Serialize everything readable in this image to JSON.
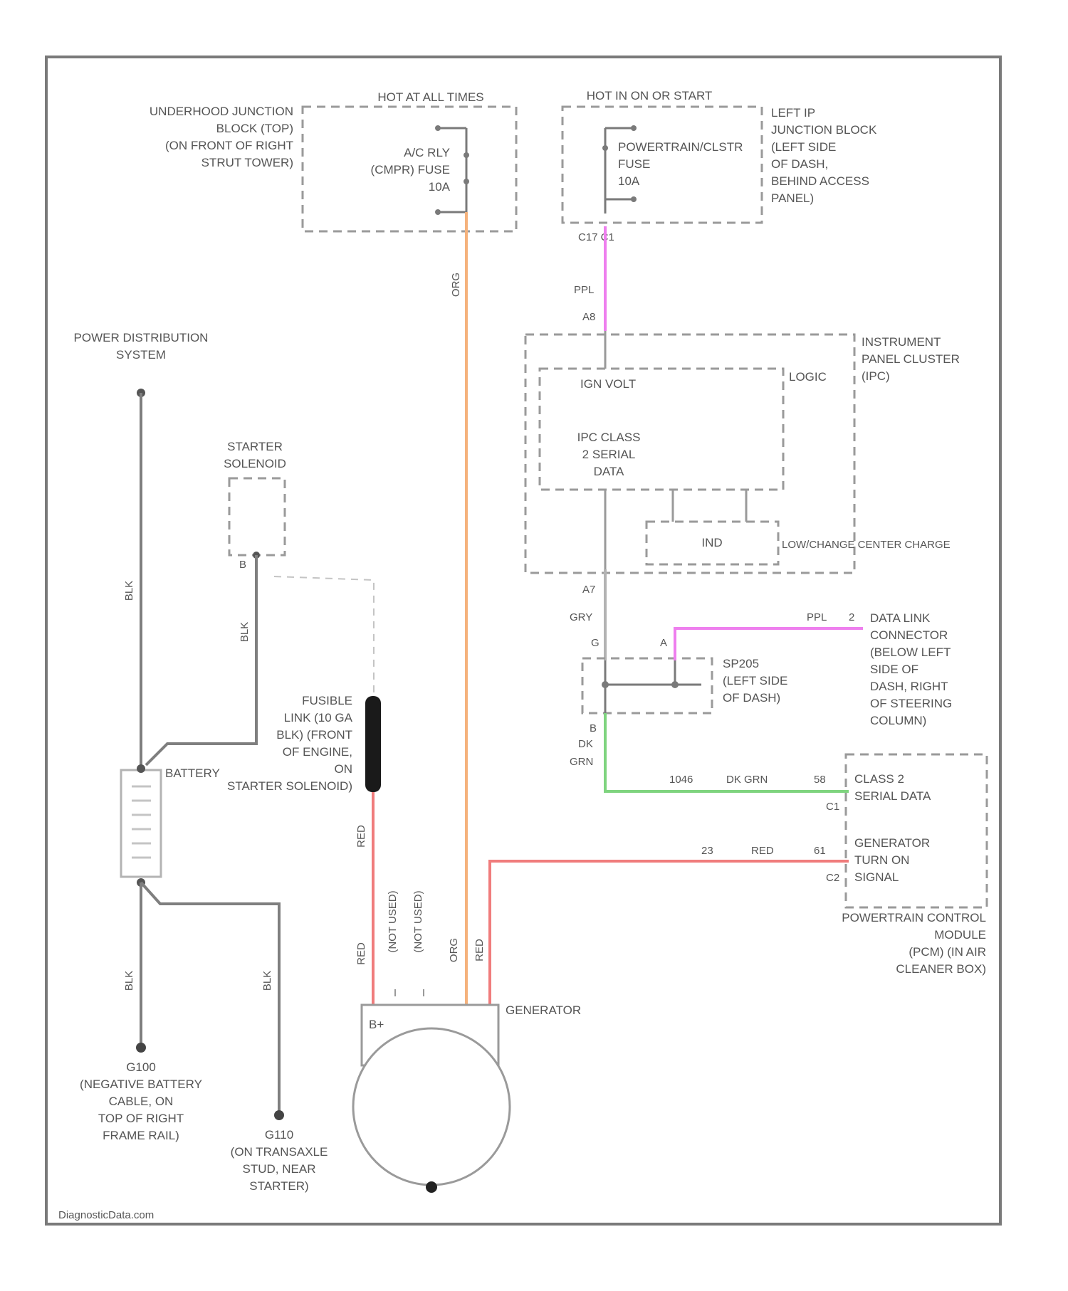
{
  "colors": {
    "blk": "#7f7f7f",
    "org": "#f5b27c",
    "ppl": "#ee7fee",
    "gry": "#b3b3b3",
    "dk_grn": "#7fd47f",
    "red": "#f07c7c"
  },
  "underhood_junction_block": {
    "label_lines": [
      "UNDERHOOD JUNCTION",
      "BLOCK (TOP)",
      "(ON FRONT OF RIGHT",
      "STRUT TOWER)"
    ],
    "header": "HOT AT ALL TIMES",
    "fuse_lines": [
      "A/C RLY",
      "(CMPR) FUSE",
      "10A"
    ]
  },
  "left_ip_junction_block": {
    "header": "HOT IN ON OR START",
    "fuse_lines": [
      "POWERTRAIN/CLSTR",
      "FUSE",
      "10A"
    ],
    "label_lines": [
      "LEFT IP",
      "JUNCTION BLOCK",
      "(LEFT SIDE",
      "OF DASH,",
      "BEHIND ACCESS",
      "PANEL)"
    ],
    "connector_pin": "C17  C1"
  },
  "wire_ppl_top": {
    "color_label": "PPL",
    "pin": "A8"
  },
  "instrument_panel_cluster": {
    "label_lines": [
      "INSTRUMENT",
      "PANEL CLUSTER",
      "(IPC)"
    ],
    "inner_top": "IGN VOLT",
    "inner_corner": "LOGIC",
    "inner_lines": [
      "IPC CLASS",
      "2 SERIAL",
      "DATA"
    ],
    "indicator": "IND",
    "indicator_label": "LOW/CHANGE CENTER CHARGE"
  },
  "ipc_out": {
    "pin": "A7",
    "color_label": "GRY"
  },
  "splice": {
    "pin_g": "G",
    "pin_a": "A",
    "pin_b": "B",
    "label_lines": [
      "SP205",
      "(LEFT SIDE",
      "OF DASH)"
    ]
  },
  "dlc": {
    "wire": "PPL",
    "pin": "2",
    "label_lines": [
      "DATA LINK",
      "CONNECTOR",
      "(BELOW LEFT",
      "SIDE OF",
      "DASH, RIGHT",
      "OF STEERING",
      "COLUMN)"
    ]
  },
  "green_wire": {
    "left_label_lines": [
      "DK",
      "GRN"
    ],
    "circuit": "1046",
    "color_label": "DK GRN",
    "pin": "58"
  },
  "pcm": {
    "label_lines": [
      "POWERTRAIN CONTROL",
      "MODULE",
      "(PCM) (IN AIR",
      "CLEANER BOX)"
    ],
    "class2_lines": [
      "CLASS 2",
      "SERIAL DATA"
    ],
    "class2_conn": "C1",
    "gen_lines": [
      "GENERATOR",
      "TURN ON",
      "SIGNAL"
    ],
    "gen_conn": "C2"
  },
  "gen_signal_wire": {
    "circuit": "23",
    "color_label": "RED",
    "pin": "61"
  },
  "power_distribution": {
    "label_lines": [
      "POWER DISTRIBUTION",
      "SYSTEM"
    ]
  },
  "starter_solenoid": {
    "label_lines": [
      "STARTER",
      "SOLENOID"
    ],
    "pin": "B"
  },
  "fusible_link": {
    "label_lines": [
      "FUSIBLE",
      "LINK (10 GA",
      "BLK) (FRONT",
      "OF ENGINE,",
      "ON",
      "STARTER SOLENOID)"
    ]
  },
  "battery": {
    "label": "BATTERY"
  },
  "wire_labels": {
    "blk_top": "BLK",
    "blk_starter": "BLK",
    "blk_bottom_left": "BLK",
    "blk_bottom_right": "BLK",
    "org_vertical": "ORG",
    "red_fusible": "RED",
    "red_gen_left": "RED",
    "not_used_1": "(NOT USED)",
    "not_used_2": "(NOT USED)",
    "org_gen": "ORG",
    "red_gen_right": "RED"
  },
  "generator": {
    "label": "GENERATOR",
    "terminal": "B+"
  },
  "ground_left": {
    "id": "G100",
    "label_lines": [
      "(NEGATIVE BATTERY",
      "CABLE, ON",
      "TOP OF RIGHT",
      "FRAME RAIL)"
    ]
  },
  "ground_right": {
    "id": "G110",
    "label_lines": [
      "(ON TRANSAXLE",
      "STUD, NEAR",
      "STARTER)"
    ]
  },
  "footer": {
    "watermark": "DiagnosticData.com"
  }
}
